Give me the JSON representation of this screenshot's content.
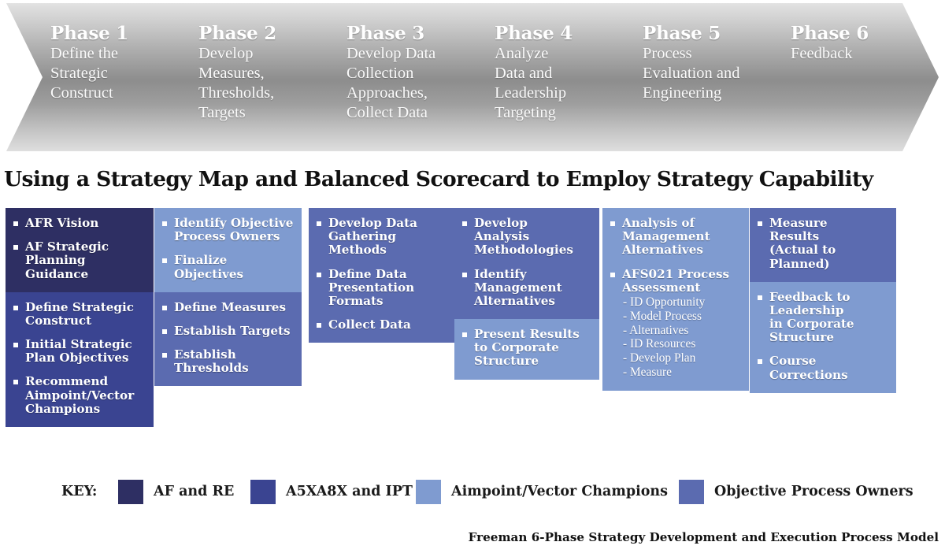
{
  "colors": {
    "af_and_re": "#2e2f63",
    "a5xa8x_and_ipt": "#3a4491",
    "aimpoint_vector_champions": "#7f9bd0",
    "objective_process_owners": "#5b6bb0",
    "chevron_light": "#e2e2e2",
    "chevron_dark": "#8d8d8d",
    "title_color": "#111111"
  },
  "phases": [
    {
      "number": "Phase 1",
      "description": "Define the\nStrategic\nConstruct"
    },
    {
      "number": "Phase 2",
      "description": "Develop\nMeasures,\nThresholds,\nTargets"
    },
    {
      "number": "Phase 3",
      "description": "Develop Data\nCollection\nApproaches,\nCollect Data"
    },
    {
      "number": "Phase 4",
      "description": "Analyze\nData and\nLeadership\nTargeting"
    },
    {
      "number": "Phase 5",
      "description": "Process\nEvaluation and\nEngineering"
    },
    {
      "number": "Phase 6",
      "description": "Feedback"
    }
  ],
  "main_title": "Using a Strategy Map and Balanced Scorecard to Employ Strategy Capability",
  "columns": [
    {
      "segments": [
        {
          "color_key": "af_and_re",
          "items": [
            {
              "text": "AFR Vision"
            },
            {
              "text": "AF Strategic\nPlanning\nGuidance"
            }
          ]
        },
        {
          "color_key": "a5xa8x_and_ipt",
          "items": [
            {
              "text": "Define Strategic\nConstruct"
            },
            {
              "text": "Initial Strategic\nPlan Objectives"
            },
            {
              "text": "Recommend\nAimpoint/Vector\nChampions"
            }
          ]
        }
      ]
    },
    {
      "segments": [
        {
          "color_key": "aimpoint_vector_champions",
          "items": [
            {
              "text": "Identify Objective\nProcess Owners"
            },
            {
              "text": "Finalize\nObjectives"
            }
          ]
        },
        {
          "color_key": "objective_process_owners",
          "items": [
            {
              "text": "Define Measures"
            },
            {
              "text": "Establish Targets"
            },
            {
              "text": "Establish\nThresholds"
            }
          ]
        }
      ]
    },
    {
      "segments": [
        {
          "color_key": "objective_process_owners",
          "items": [
            {
              "text": "Develop Data\nGathering\nMethods"
            },
            {
              "text": "Define Data\nPresentation\nFormats"
            },
            {
              "text": "Collect Data"
            }
          ]
        }
      ]
    },
    {
      "segments": [
        {
          "color_key": "objective_process_owners",
          "items": [
            {
              "text": "Develop\nAnalysis\nMethodologies"
            },
            {
              "text": "Identify\nManagement\nAlternatives"
            }
          ]
        },
        {
          "color_key": "aimpoint_vector_champions",
          "items": [
            {
              "text": "Present Results\nto Corporate\nStructure"
            }
          ]
        }
      ]
    },
    {
      "segments": [
        {
          "color_key": "aimpoint_vector_champions",
          "items": [
            {
              "text": "Analysis of\nManagement\nAlternatives"
            },
            {
              "text": "AFS021 Process\nAssessment",
              "subitems": [
                "- ID Opportunity",
                "- Model Process",
                "- Alternatives",
                "- ID Resources",
                "- Develop Plan",
                "- Measure"
              ]
            }
          ]
        }
      ]
    },
    {
      "segments": [
        {
          "color_key": "objective_process_owners",
          "items": [
            {
              "text": "Measure\nResults\n(Actual to\nPlanned)"
            }
          ]
        },
        {
          "color_key": "aimpoint_vector_champions",
          "items": [
            {
              "text": "Feedback to\nLeadership\nin Corporate\nStructure"
            },
            {
              "text": "Course\nCorrections"
            }
          ]
        }
      ]
    }
  ],
  "legend": {
    "label": "KEY:",
    "items": [
      {
        "label": "AF and RE",
        "color_key": "af_and_re"
      },
      {
        "label": "A5XA8X and IPT",
        "color_key": "a5xa8x_and_ipt"
      },
      {
        "label": "Aimpoint/Vector Champions",
        "color_key": "aimpoint_vector_champions"
      },
      {
        "label": "Objective Process Owners",
        "color_key": "objective_process_owners"
      }
    ]
  },
  "footer_caption": "Freeman 6-Phase Strategy Development and Execution Process Model"
}
